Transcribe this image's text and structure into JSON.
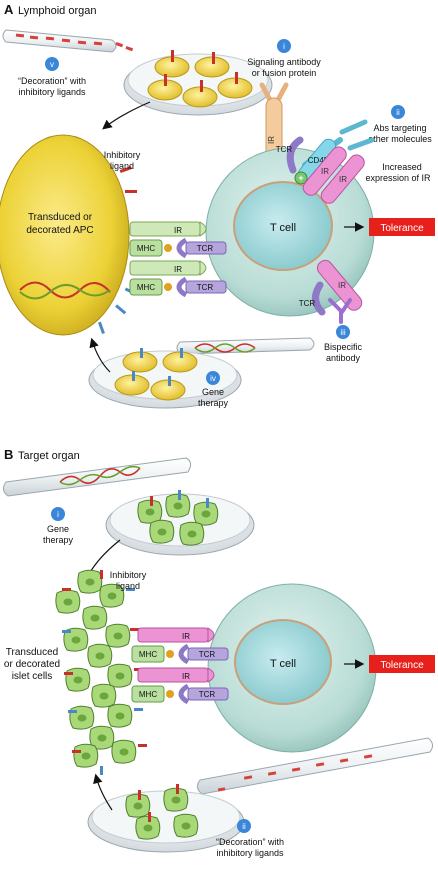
{
  "panel_a": {
    "letter": "A",
    "title": "Lymphoid organ",
    "callouts": {
      "i": {
        "num": "i",
        "line1": "Signaling antibody",
        "line2": "or fusion protein"
      },
      "ii": {
        "num": "ii",
        "line1": "Abs targeting",
        "line2": "other molecules"
      },
      "iii": {
        "num": "iii",
        "line1": "Bispecific",
        "line2": "antibody"
      },
      "iv": {
        "num": "iv",
        "line1": "Gene",
        "line2": "therapy"
      },
      "v": {
        "num": "v",
        "line1": "“Decoration” with",
        "line2": "inhibitory ligands"
      }
    },
    "inhibitory_ligand": {
      "line1": "Inhibitory",
      "line2": "ligand"
    },
    "apc": {
      "line1": "Transduced or",
      "line2": "decorated APC"
    },
    "ir": "IR",
    "mhc": "MHC",
    "tcr": "TCR",
    "cd45": "CD45",
    "plus": "+",
    "increased": {
      "line1": "Increased",
      "line2": "expression of IR"
    },
    "tcell": "T cell",
    "tolerance": "Tolerance"
  },
  "panel_b": {
    "letter": "B",
    "title": "Target organ",
    "callouts": {
      "i": {
        "num": "i",
        "line1": "Gene",
        "line2": "therapy"
      },
      "ii": {
        "num": "ii",
        "line1": "“Decoration” with",
        "line2": "inhibitory ligands"
      }
    },
    "inhibitory_ligand": {
      "line1": "Inhibitory",
      "line2": "ligand"
    },
    "islet": {
      "line1": "Transduced",
      "line2": "or decorated",
      "line3": "islet cells"
    },
    "ir": "IR",
    "mhc": "MHC",
    "tcr": "TCR",
    "tcell": "T cell",
    "tolerance": "Tolerance"
  },
  "colors": {
    "callout_blue": "#3a86d8",
    "tolerance_red": "#e8201c",
    "apc_yellow": "#f0d63a",
    "tcell_teal": "#b9ded8",
    "nucleus": "#9fd6d8",
    "ir_green": "#cfe8b8",
    "ir_pink": "#e98bd0",
    "tcr_purple": "#a78cd2",
    "mhc_green": "#b9e0a0",
    "antibody_tan": "#f0c896",
    "antibody_cyan": "#7fd2e6",
    "islet_green": "#a8d878"
  }
}
